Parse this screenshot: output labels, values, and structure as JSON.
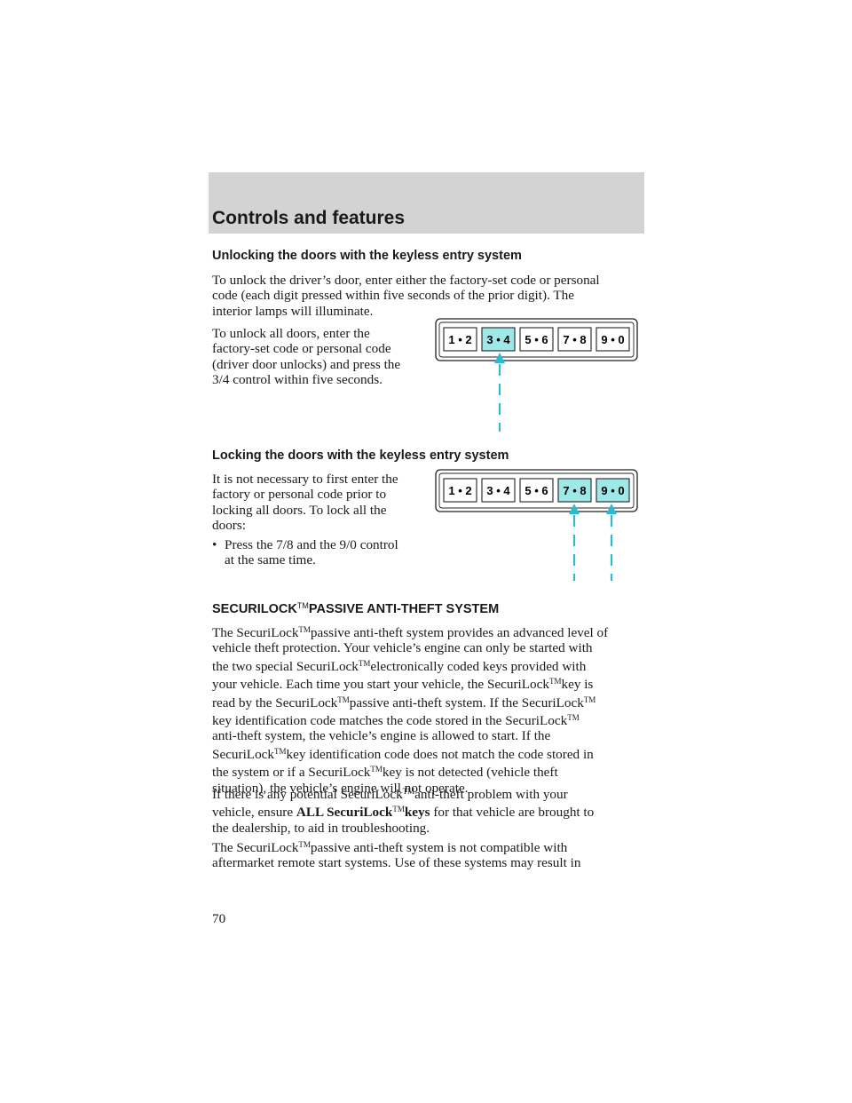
{
  "header": {
    "title": "Controls and features"
  },
  "unlock": {
    "heading": "Unlocking the doors with the keyless entry system",
    "para1_lines": [
      "To unlock the driver’s door, enter either the factory-set code or personal",
      "code (each digit pressed within five seconds of the prior digit). The",
      "interior lamps will illuminate."
    ],
    "para2_lines": [
      "To unlock all doors, enter the",
      "factory-set code or personal code",
      "(driver door unlocks) and press the",
      "3/4 control within five seconds."
    ]
  },
  "lock": {
    "heading": "Locking the doors with the keyless entry system",
    "para_lines": [
      "It is not necessary to first enter the",
      "factory or personal code prior to",
      "locking all doors. To lock all the",
      "doors:"
    ],
    "bullet_symbol": "•",
    "bullet_lines": [
      "Press the 7/8 and the 9/0 control",
      "at the same time."
    ]
  },
  "keypad": {
    "keys": [
      "1 • 2",
      "3 • 4",
      "5 • 6",
      "7 • 8",
      "9 • 0"
    ],
    "highlight_color": "#9ee8e8",
    "arrow_color": "#2fb8d0"
  },
  "securilock": {
    "brand": "SECURILOCK",
    "tm": "TM",
    "heading_rest": "PASSIVE ANTI-THEFT SYSTEM",
    "name": "SecuriLock",
    "p1": {
      "l1a": "The SecuriLock",
      "l1b": "passive anti-theft system provides an advanced level of",
      "l2": "vehicle theft protection. Your vehicle’s engine can only be started with",
      "l3a": "the two special SecuriLock",
      "l3b": "electronically coded keys provided with",
      "l4a": "your vehicle. Each time you start your vehicle, the SecuriLock",
      "l4b": "key is",
      "l5a": "read by the SecuriLock",
      "l5b": "passive anti-theft system. If the SecuriLock",
      "l6": "key identification code matches the code stored in the SecuriLock",
      "l7": "anti-theft system, the vehicle’s engine is allowed to start. If the",
      "l8a": "SecuriLock",
      "l8b": "key identification code does not match the code stored in",
      "l9a": "the system or if a SecuriLock",
      "l9b": "key is not detected (vehicle theft",
      "l10": "situation), the vehicle’s engine will not operate."
    },
    "p2": {
      "l1a": "If there is any potential SecuriLock",
      "l1b": "anti-theft problem with your",
      "l2a": "vehicle, ensure",
      "l2b": "ALL SecuriLock",
      "l2c": "keys",
      "l2d": "for that vehicle are brought to",
      "l3": "the dealership, to aid in troubleshooting."
    },
    "p3": {
      "l1a": "The SecuriLock",
      "l1b": "passive anti-theft system is not compatible with",
      "l2": "aftermarket remote start systems. Use of these systems may result in"
    }
  },
  "footer": {
    "page_number": "70"
  }
}
